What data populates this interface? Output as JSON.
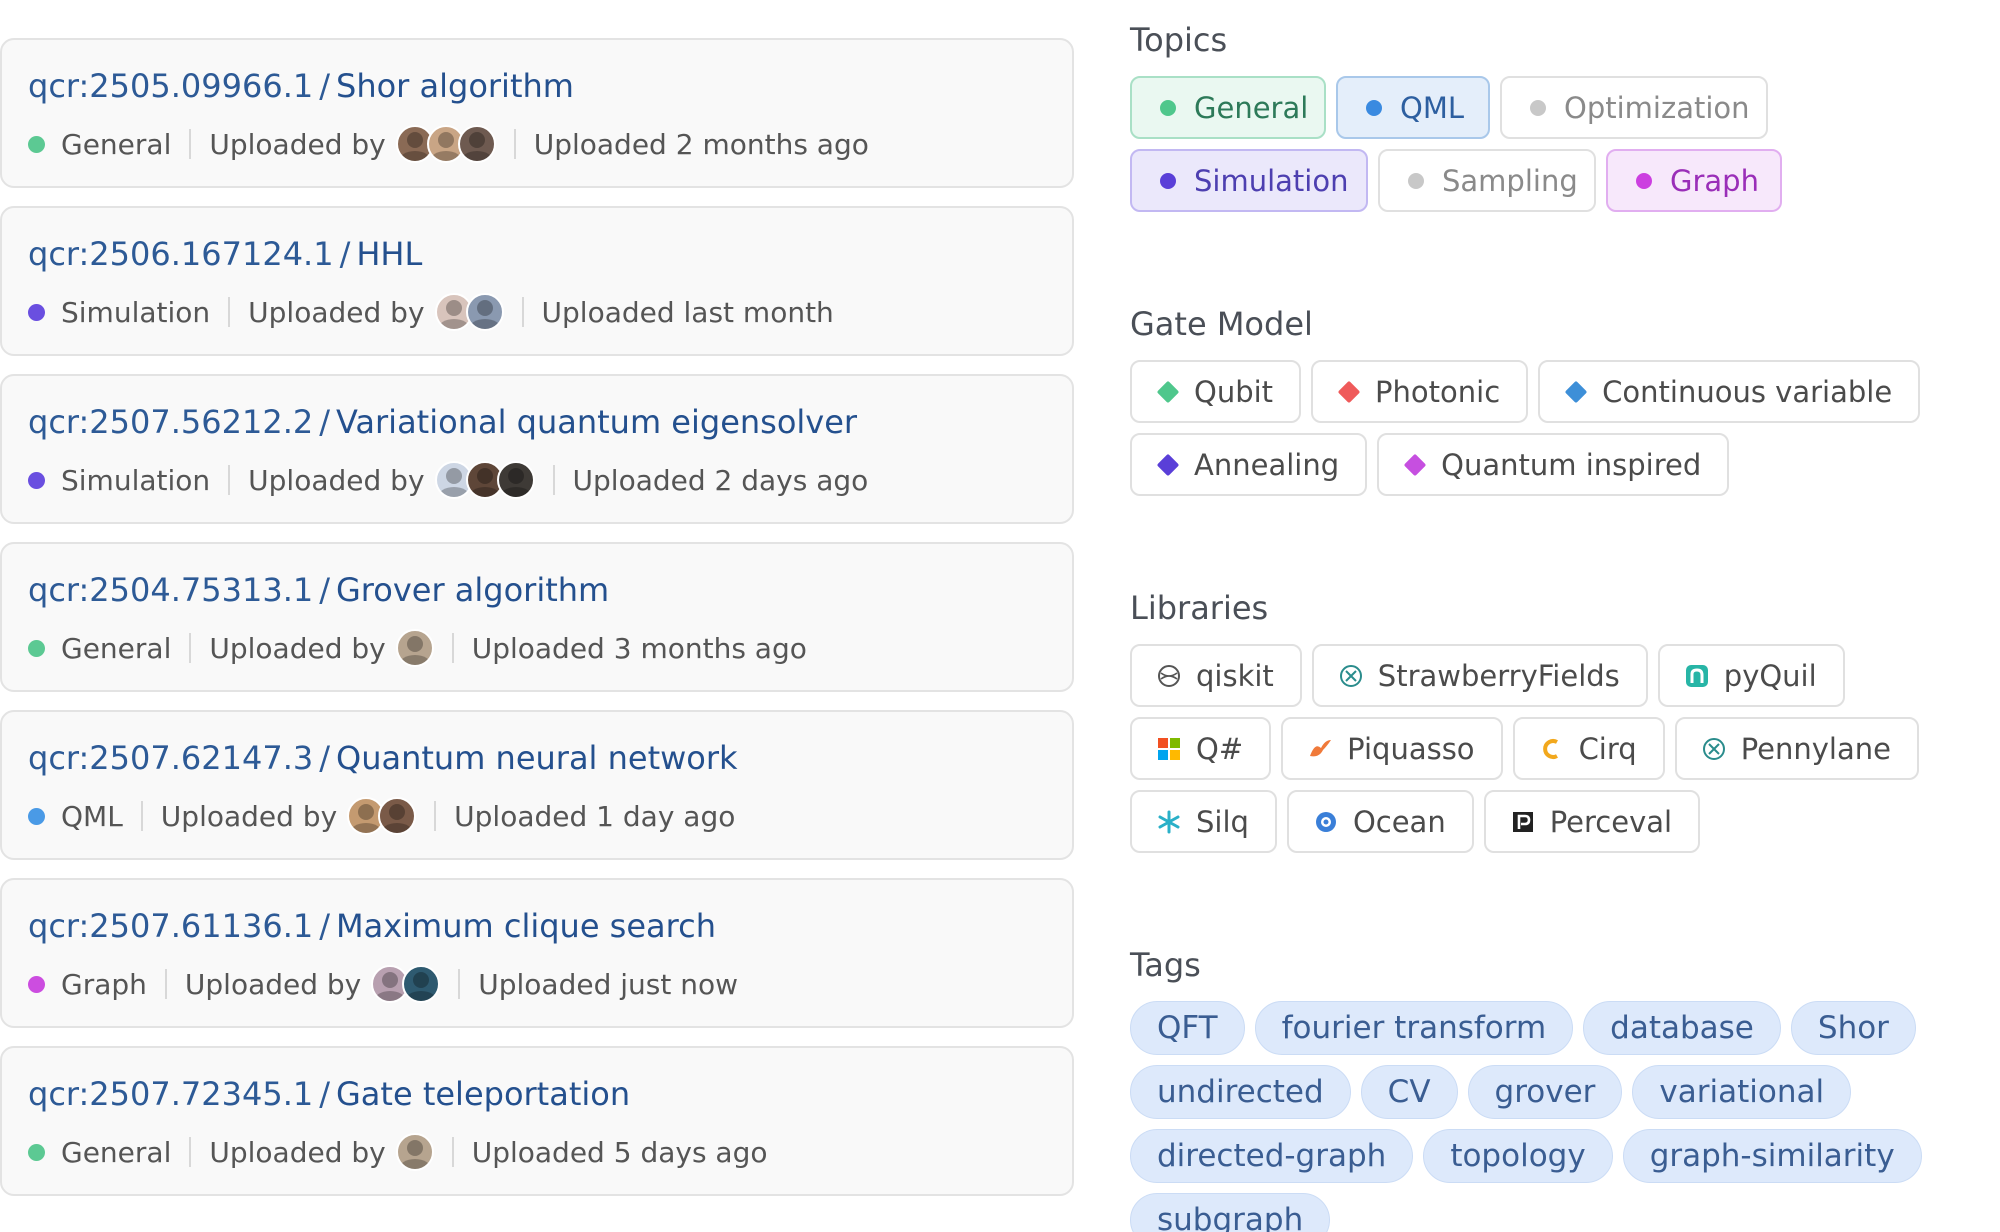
{
  "papers": [
    {
      "id": "qcr:2505.09966.1",
      "sep": "/",
      "name": "Shor algorithm",
      "topic": "General",
      "topic_color": "#5cc993",
      "uploaded_by": "Uploaded by",
      "uploaded": "Uploaded 2 months ago",
      "avatars": [
        "#8a6a55",
        "#c9a585",
        "#6e5a50"
      ]
    },
    {
      "id": "qcr:2506.167124.1",
      "sep": "/",
      "name": "HHL",
      "topic": "Simulation",
      "topic_color": "#6a4fe0",
      "uploaded_by": "Uploaded by",
      "uploaded": "Uploaded last month",
      "avatars": [
        "#d8c4bc",
        "#8a99b0"
      ]
    },
    {
      "id": "qcr:2507.56212.2",
      "sep": "/",
      "name": "Variational quantum eigensolver",
      "topic": "Simulation",
      "topic_color": "#6a4fe0",
      "uploaded_by": "Uploaded by",
      "uploaded": "Uploaded 2 days ago",
      "avatars": [
        "#cdd6e4",
        "#5e4638",
        "#3e3a36"
      ]
    },
    {
      "id": "qcr:2504.75313.1",
      "sep": "/",
      "name": "Grover algorithm",
      "topic": "General",
      "topic_color": "#5cc993",
      "uploaded_by": "Uploaded by",
      "uploaded": "Uploaded 3 months ago",
      "avatars": [
        "#b6a48f"
      ]
    },
    {
      "id": "qcr:2507.62147.3",
      "sep": "/",
      "name": "Quantum neural network",
      "topic": "QML",
      "topic_color": "#4a9ae6",
      "uploaded_by": "Uploaded by",
      "uploaded": "Uploaded 1 day ago",
      "avatars": [
        "#c49a70",
        "#7a5a48"
      ]
    },
    {
      "id": "qcr:2507.61136.1",
      "sep": "/",
      "name": "Maximum clique search",
      "topic": "Graph",
      "topic_color": "#cc4de0",
      "uploaded_by": "Uploaded by",
      "uploaded": "Uploaded just now",
      "avatars": [
        "#b8a0b0",
        "#2e5a70"
      ]
    },
    {
      "id": "qcr:2507.72345.1",
      "sep": "/",
      "name": "Gate teleportation",
      "topic": "General",
      "topic_color": "#5cc993",
      "uploaded_by": "Uploaded by",
      "uploaded": "Uploaded 5 days ago",
      "avatars": [
        "#b6a48f"
      ]
    }
  ],
  "topics": {
    "title": "Topics",
    "items": [
      {
        "label": "General",
        "style": "t-general",
        "dot": "#4fc78c"
      },
      {
        "label": "QML",
        "style": "t-qml",
        "dot": "#3a8ae0"
      },
      {
        "label": "Optimization",
        "style": "t-muted",
        "dot": "#c8c8c8"
      },
      {
        "label": "Simulation",
        "style": "t-sim",
        "dot": "#5a3fd8"
      },
      {
        "label": "Sampling",
        "style": "t-muted",
        "dot": "#c8c8c8"
      },
      {
        "label": "Graph",
        "style": "t-graph",
        "dot": "#cc3fe0"
      }
    ]
  },
  "gate_model": {
    "title": "Gate Model",
    "items": [
      {
        "label": "Qubit",
        "color": "#4fc78c"
      },
      {
        "label": "Photonic",
        "color": "#ef5a5a"
      },
      {
        "label": "Continuous variable",
        "color": "#3d8fd8"
      },
      {
        "label": "Annealing",
        "color": "#5a3fd8"
      },
      {
        "label": "Quantum inspired",
        "color": "#c64fe0"
      }
    ]
  },
  "libraries": {
    "title": "Libraries",
    "items": [
      {
        "label": "qiskit",
        "icon": "qiskit-icon"
      },
      {
        "label": "StrawberryFields",
        "icon": "strawberryfields-icon"
      },
      {
        "label": "pyQuil",
        "icon": "pyquil-icon"
      },
      {
        "label": "Q#",
        "icon": "qsharp-icon"
      },
      {
        "label": "Piquasso",
        "icon": "piquasso-icon"
      },
      {
        "label": "Cirq",
        "icon": "cirq-icon"
      },
      {
        "label": "Pennylane",
        "icon": "pennylane-icon"
      },
      {
        "label": "Silq",
        "icon": "silq-icon"
      },
      {
        "label": "Ocean",
        "icon": "ocean-icon"
      },
      {
        "label": "Perceval",
        "icon": "perceval-icon"
      }
    ]
  },
  "tags": {
    "title": "Tags",
    "items": [
      "QFT",
      "fourier transform",
      "database",
      "Shor",
      "undirected",
      "CV",
      "grover",
      "variational",
      "directed-graph",
      "topology",
      "graph-similarity",
      "subgraph"
    ]
  }
}
